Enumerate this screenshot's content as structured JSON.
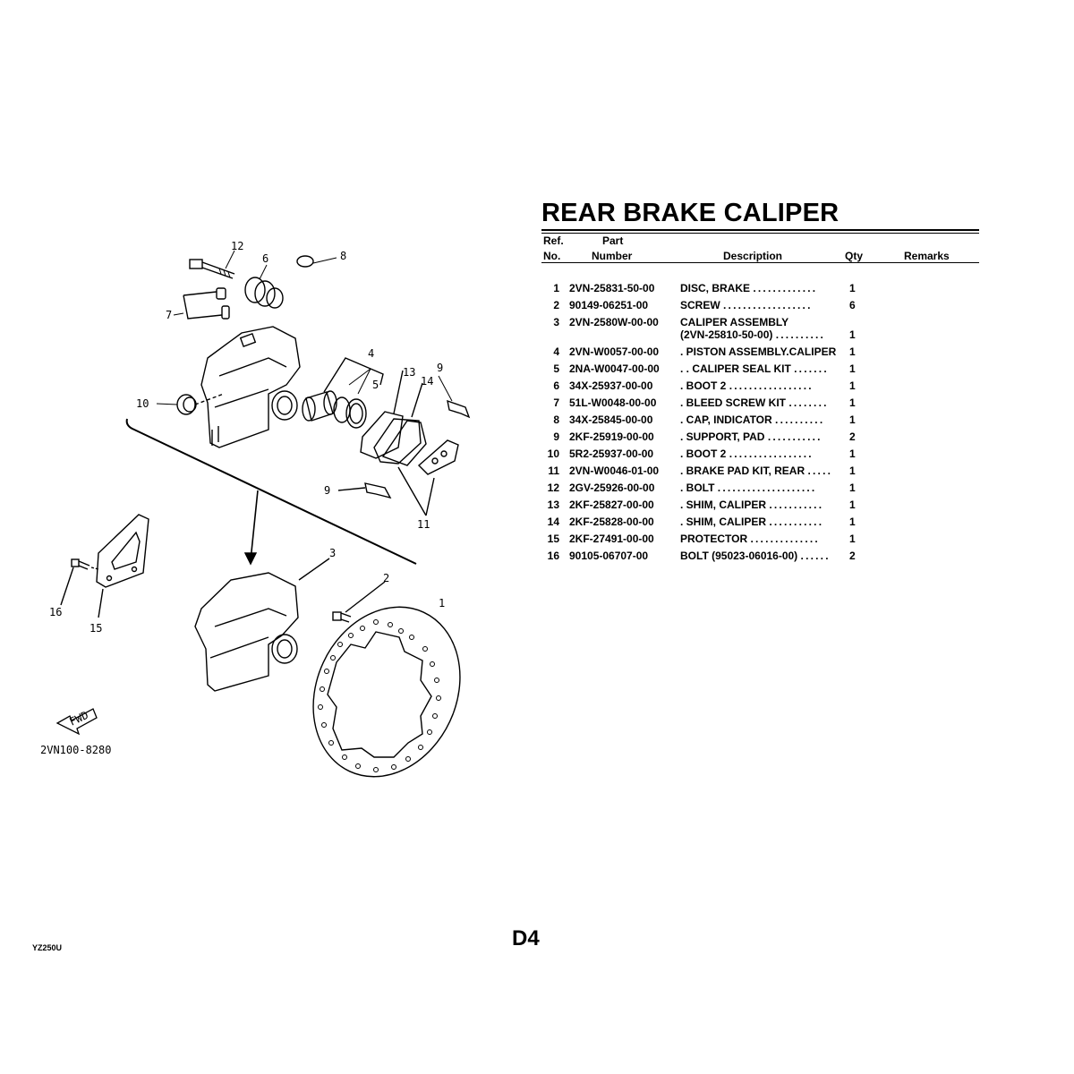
{
  "title": "REAR BRAKE CALIPER",
  "table": {
    "headers": {
      "ref_line1": "Ref.",
      "ref_line2": "No.",
      "part_line1": "Part",
      "part_line2": "Number",
      "description": "Description",
      "qty": "Qty",
      "remarks": "Remarks"
    },
    "rows": [
      {
        "ref": "1",
        "part_number": "2VN-25831-50-00",
        "description": "DISC, BRAKE",
        "dots": ".............",
        "qty": "1"
      },
      {
        "ref": "2",
        "part_number": "90149-06251-00",
        "description": "SCREW",
        "dots": "..................",
        "qty": "6"
      },
      {
        "ref": "3",
        "part_number": "2VN-2580W-00-00",
        "description": "CALIPER ASSEMBLY",
        "description_line2": "(2VN-25810-50-00)",
        "dots": "..........",
        "qty": "1"
      },
      {
        "ref": "4",
        "part_number": "2VN-W0057-00-00",
        "description": ". PISTON ASSEMBLY.CALIPER",
        "dots": "",
        "qty": "1"
      },
      {
        "ref": "5",
        "part_number": "2NA-W0047-00-00",
        "description": ". . CALIPER SEAL KIT",
        "dots": ".......",
        "qty": "1"
      },
      {
        "ref": "6",
        "part_number": "34X-25937-00-00",
        "description": ". BOOT 2",
        "dots": ".................",
        "qty": "1"
      },
      {
        "ref": "7",
        "part_number": "51L-W0048-00-00",
        "description": ". BLEED SCREW KIT",
        "dots": "........",
        "qty": "1"
      },
      {
        "ref": "8",
        "part_number": "34X-25845-00-00",
        "description": ". CAP, INDICATOR",
        "dots": "..........",
        "qty": "1"
      },
      {
        "ref": "9",
        "part_number": "2KF-25919-00-00",
        "description": ". SUPPORT, PAD",
        "dots": "...........",
        "qty": "2"
      },
      {
        "ref": "10",
        "part_number": "5R2-25937-00-00",
        "description": ". BOOT 2",
        "dots": ".................",
        "qty": "1"
      },
      {
        "ref": "11",
        "part_number": "2VN-W0046-01-00",
        "description": ". BRAKE PAD KIT, REAR",
        "dots": ".....",
        "qty": "1"
      },
      {
        "ref": "12",
        "part_number": "2GV-25926-00-00",
        "description": ". BOLT",
        "dots": "....................",
        "qty": "1"
      },
      {
        "ref": "13",
        "part_number": "2KF-25827-00-00",
        "description": ". SHIM, CALIPER",
        "dots": "...........",
        "qty": "1"
      },
      {
        "ref": "14",
        "part_number": "2KF-25828-00-00",
        "description": ". SHIM, CALIPER",
        "dots": "...........",
        "qty": "1"
      },
      {
        "ref": "15",
        "part_number": "2KF-27491-00-00",
        "description": "PROTECTOR",
        "dots": "..............",
        "qty": "1"
      },
      {
        "ref": "16",
        "part_number": "90105-06707-00",
        "description": "BOLT (95023-06016-00)",
        "dots": "......",
        "qty": "2"
      }
    ]
  },
  "diagram": {
    "callouts": [
      "12",
      "6",
      "8",
      "7",
      "10",
      "4",
      "5",
      "13",
      "14",
      "9",
      "9",
      "11",
      "3",
      "2",
      "1",
      "16",
      "15"
    ],
    "fwd_label": "FWD",
    "drawing_code": "2VN100-8280"
  },
  "footer": {
    "model": "YZ250U",
    "page": "D4"
  }
}
